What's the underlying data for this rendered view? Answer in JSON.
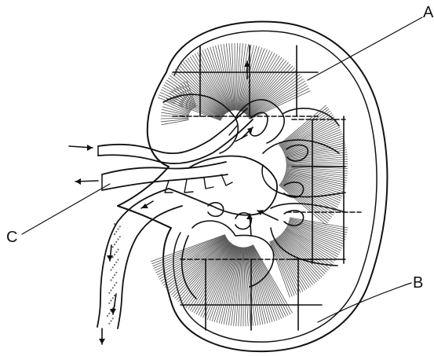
{
  "labels": {
    "a": "A",
    "b": "B",
    "c": "C"
  },
  "colors": {
    "ink": "#111111",
    "background": "#ffffff",
    "texture": "#555555"
  }
}
